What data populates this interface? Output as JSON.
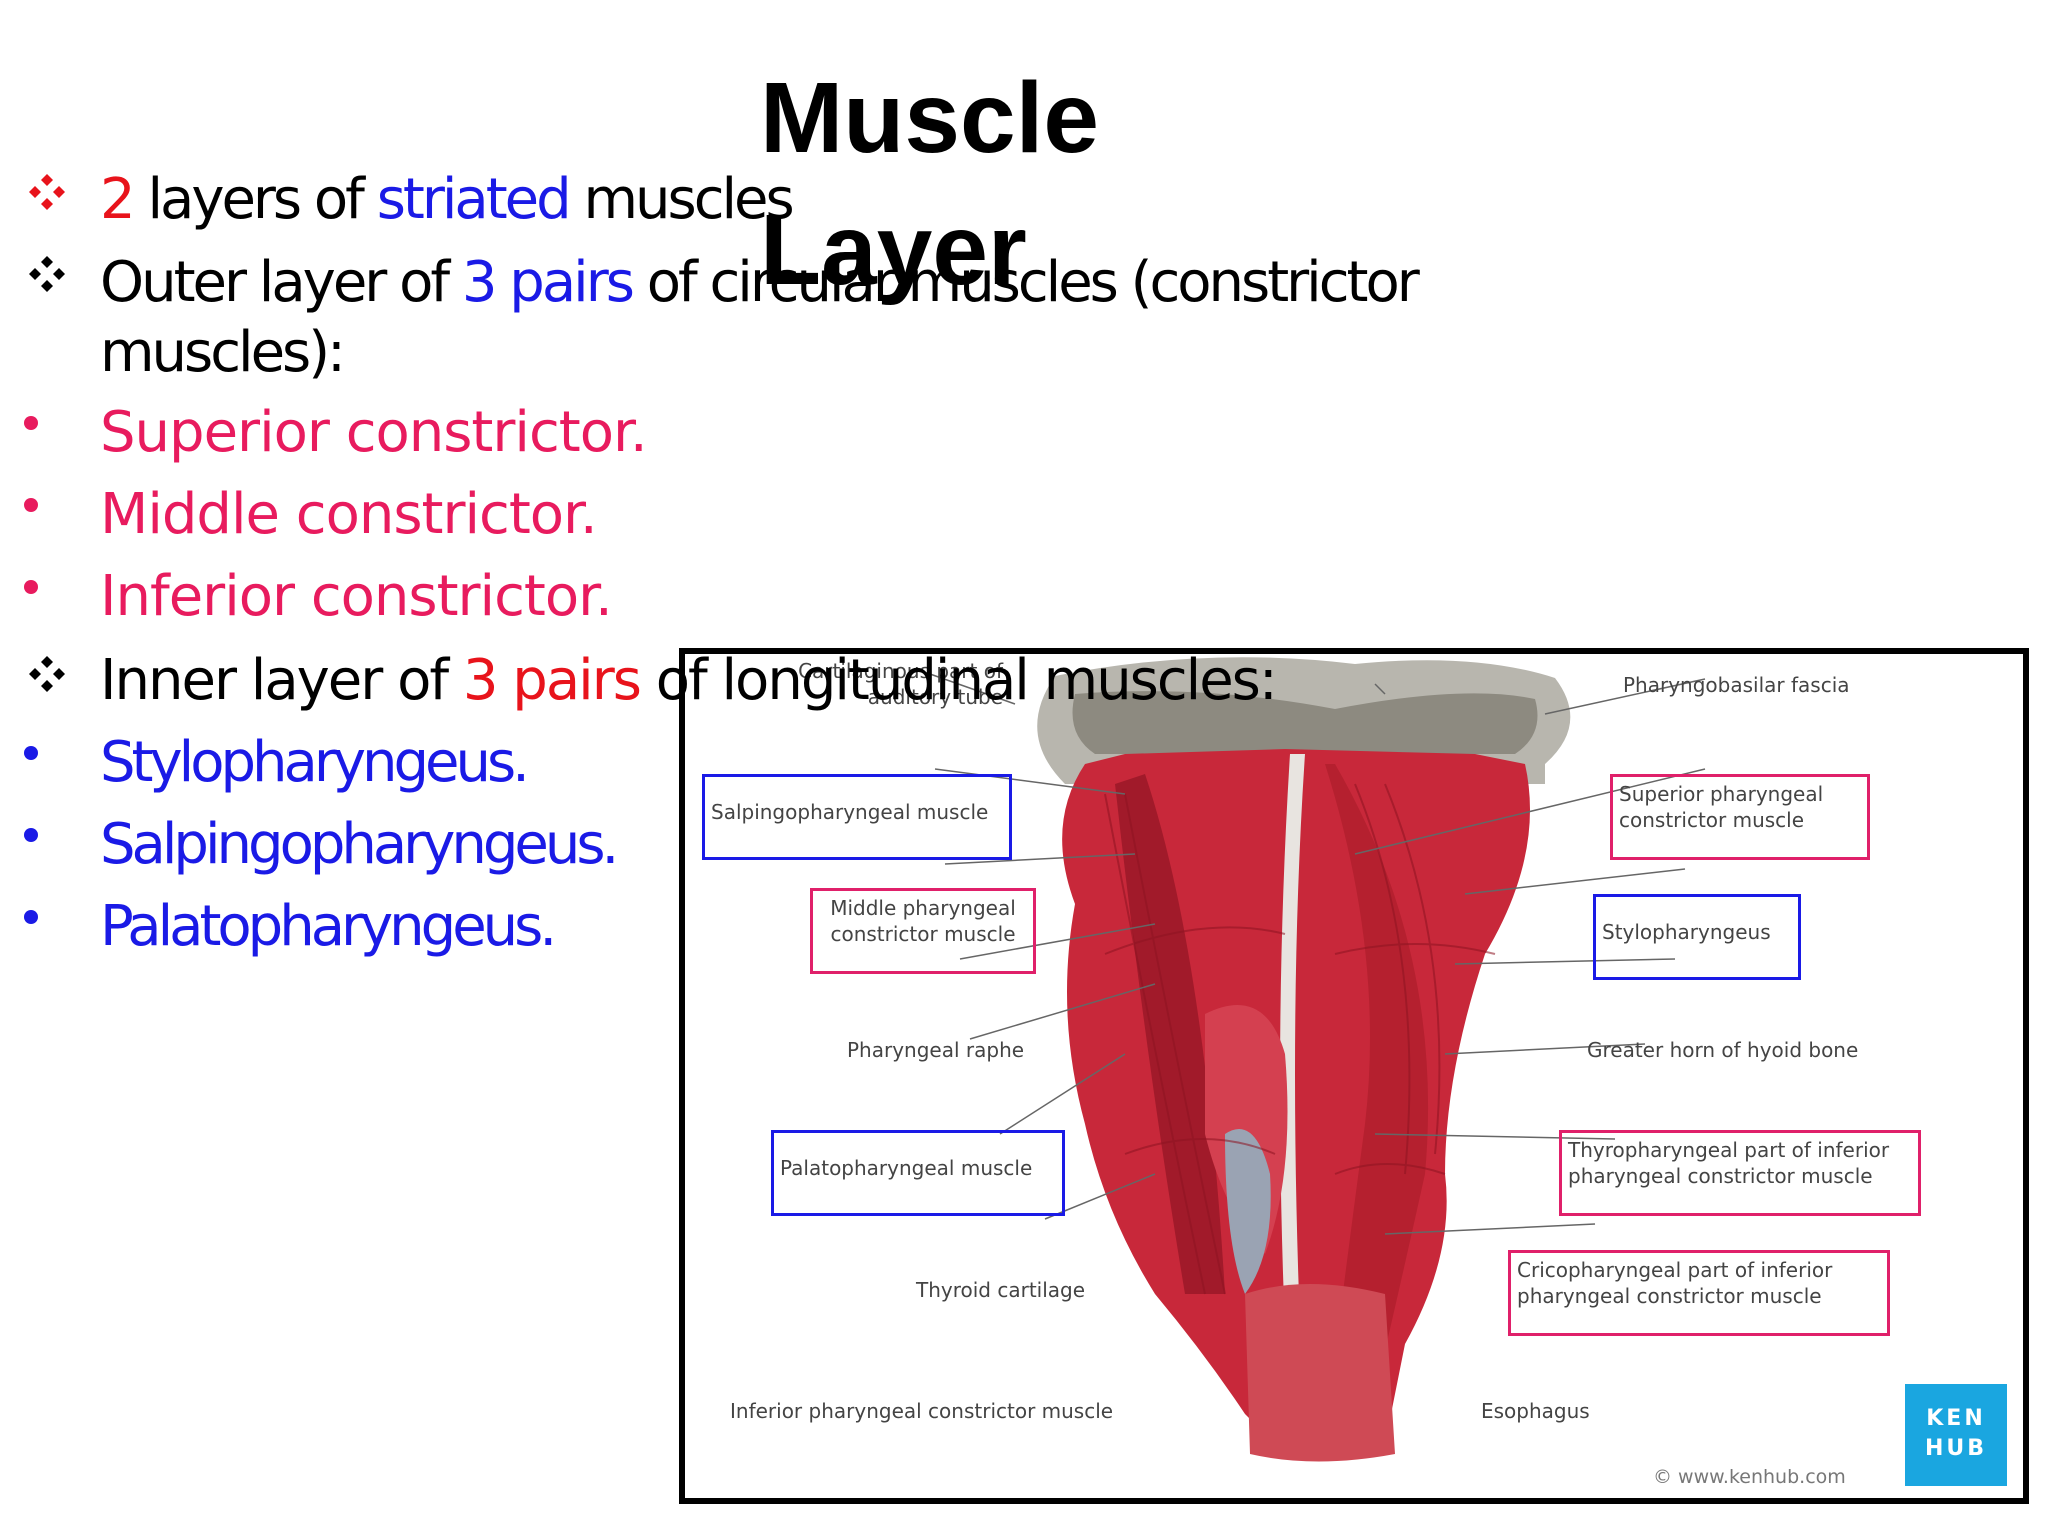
{
  "title": {
    "line1": "Muscle",
    "line2": "Layer"
  },
  "bullets": {
    "b1": {
      "num": "2",
      "pre": " layers of ",
      "striated": "striated",
      "post": " muscles"
    },
    "b2": {
      "pre": "Outer layer of ",
      "pairs": "3 pairs",
      "post": " of circular muscles (constrictor",
      "cont": "muscles):"
    },
    "outer_items": [
      "Superior constrictor.",
      "Middle constrictor.",
      "Inferior constrictor."
    ],
    "b3": {
      "pre": "Inner layer of ",
      "pairs": "3 pairs",
      "post": " of longitudinal muscles:"
    },
    "inner_items": [
      "Stylopharyngeus.",
      "Salpingopharyngeus.",
      "Palatopharyngeus."
    ]
  },
  "figure": {
    "labels": {
      "cartilaginous": [
        "Cartilaginous part of",
        "auditory tube"
      ],
      "pharyngobasilar": "Pharyngobasilar fascia",
      "salpingopharyngeal": "Salpingopharyngeal muscle",
      "superior_pharyngeal": [
        "Superior pharyngeal",
        "constrictor muscle"
      ],
      "middle_pharyngeal": [
        "Middle pharyngeal",
        "constrictor muscle"
      ],
      "stylopharyngeus": "Stylopharyngeus",
      "pharyngeal_raphe": "Pharyngeal raphe",
      "greater_horn": "Greater horn of hyoid bone",
      "palatopharyngeal": "Palatopharyngeal muscle",
      "thyropharyngeal": [
        "Thyropharyngeal part of inferior",
        "pharyngeal constrictor muscle"
      ],
      "thyroid_cartilage": "Thyroid cartilage",
      "cricopharyngeal": [
        "Cricopharyngeal part of inferior",
        "pharyngeal constrictor muscle"
      ],
      "inferior_pharyngeal": "Inferior pharyngeal constrictor muscle",
      "esophagus": "Esophagus"
    },
    "logo": [
      "KEN",
      "HUB"
    ],
    "copyright": "© www.kenhub.com"
  },
  "colors": {
    "accent_red": "#e8131b",
    "accent_blue": "#1a1ae6",
    "accent_pink": "#e81b5e",
    "box_blue": "#1a1ae6",
    "box_pink": "#e0206a",
    "kenhub_blue": "#1aa6e0"
  }
}
